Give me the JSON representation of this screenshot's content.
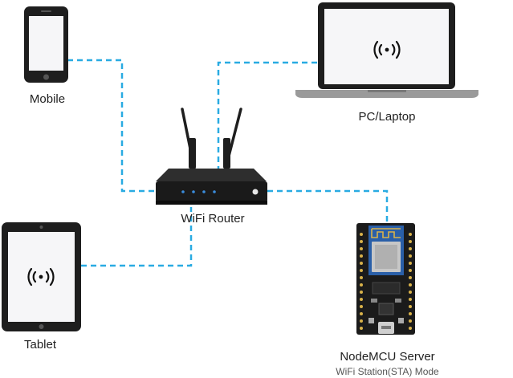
{
  "labels": {
    "mobile": "Mobile",
    "pc_laptop": "PC/Laptop",
    "wifi_router": "WiFi Router",
    "tablet": "Tablet",
    "nodemcu_server": "NodeMCU Server",
    "nodemcu_mode": "WiFi Station(STA) Mode"
  },
  "icons": {
    "laptop_signal": "wireless-signal-icon",
    "tablet_signal": "wireless-signal-icon"
  },
  "colors": {
    "connection": "#29abe2",
    "device_body": "#1e1e1e",
    "screen": "#f6f6f8",
    "router_led": "#3a8ddd",
    "esp_blue": "#2a5fa8"
  }
}
